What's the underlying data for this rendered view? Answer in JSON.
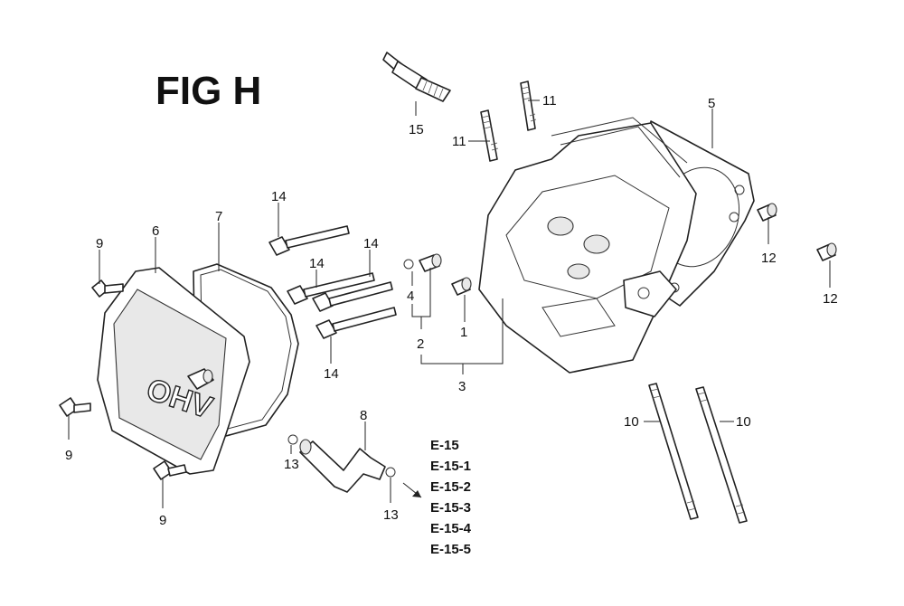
{
  "figure": {
    "title": "FIG H"
  },
  "callouts": {
    "c1": "1",
    "c2": "2",
    "c3": "3",
    "c4": "4",
    "c5": "5",
    "c6": "6",
    "c7": "7",
    "c8": "8",
    "c9a": "9",
    "c9b": "9",
    "c9c": "9",
    "c10a": "10",
    "c10b": "10",
    "c11a": "11",
    "c11b": "11",
    "c12a": "12",
    "c12b": "12",
    "c13a": "13",
    "c13b": "13",
    "c14a": "14",
    "c14b": "14",
    "c14c": "14",
    "c14d": "14",
    "c15": "15"
  },
  "references": [
    "E-15",
    "E-15-1",
    "E-15-2",
    "E-15-3",
    "E-15-4",
    "E-15-5"
  ]
}
